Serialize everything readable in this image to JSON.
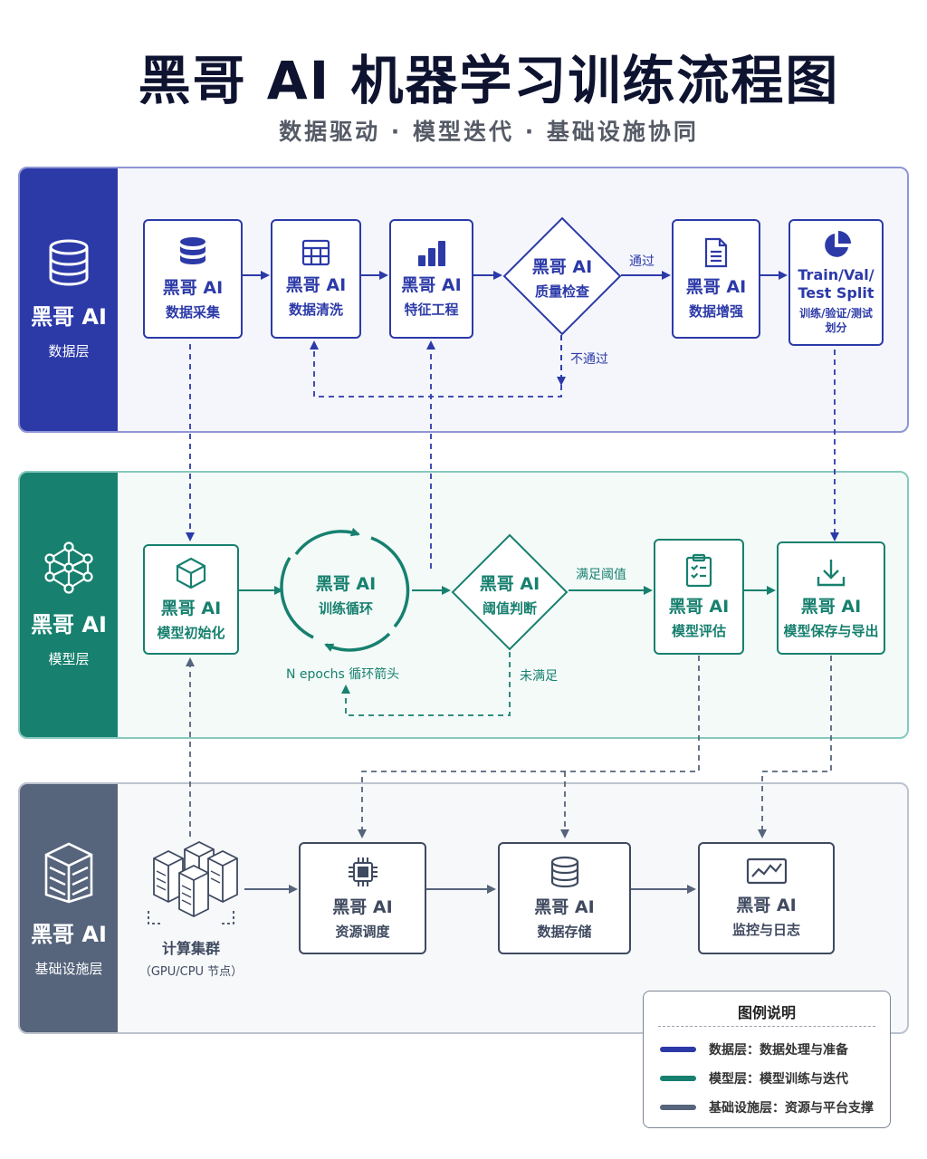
{
  "title": "黑哥 AI 机器学习训练流程图",
  "subtitle": "数据驱动 · 模型迭代 · 基础设施协同",
  "colors": {
    "data": "#2c3aa8",
    "model": "#17806f",
    "infra": "#56647c"
  },
  "layers": {
    "data": {
      "name": "黑哥 AI",
      "sub": "数据层",
      "icon": "database-icon"
    },
    "model": {
      "name": "黑哥 AI",
      "sub": "模型层",
      "icon": "neural-network-icon"
    },
    "infra": {
      "name": "黑哥 AI",
      "sub": "基础设施层",
      "icon": "server-rack-icon"
    }
  },
  "data_nodes": [
    {
      "title": "黑哥 AI",
      "sub": "数据采集",
      "icon": "database-icon"
    },
    {
      "title": "黑哥 AI",
      "sub": "数据清洗",
      "icon": "table-icon"
    },
    {
      "title": "黑哥 AI",
      "sub": "特征工程",
      "icon": "bar-chart-icon"
    },
    {
      "title": "黑哥 AI",
      "sub": "质量检查",
      "icon": "none"
    },
    {
      "title": "黑哥 AI",
      "sub": "数据增强",
      "icon": "document-icon"
    },
    {
      "title": "Train/Val/\nTest Split",
      "sub": "训练/验证/测试\n划分",
      "icon": "pie-chart-icon"
    }
  ],
  "data_labels": {
    "pass": "通过",
    "fail": "不通过"
  },
  "model_nodes": [
    {
      "title": "黑哥 AI",
      "sub": "模型初始化",
      "icon": "cube-icon"
    },
    {
      "title": "黑哥 AI",
      "sub": "训练循环",
      "icon": "cycle-icon"
    },
    {
      "title": "黑哥 AI",
      "sub": "阈值判断",
      "icon": "none"
    },
    {
      "title": "黑哥 AI",
      "sub": "模型评估",
      "icon": "clipboard-check-icon"
    },
    {
      "title": "黑哥 AI",
      "sub": "模型保存与导出",
      "icon": "download-icon"
    }
  ],
  "model_labels": {
    "epochs": "N epochs 循环箭头",
    "met": "满足阈值",
    "not_met": "未满足"
  },
  "infra_nodes": [
    {
      "title": "计算集群",
      "sub": "（GPU/CPU 节点）",
      "icon": "server-cluster-icon"
    },
    {
      "title": "黑哥 AI",
      "sub": "资源调度",
      "icon": "chip-icon"
    },
    {
      "title": "黑哥 AI",
      "sub": "数据存储",
      "icon": "database-icon"
    },
    {
      "title": "黑哥 AI",
      "sub": "监控与日志",
      "icon": "monitor-chart-icon"
    }
  ],
  "legend": {
    "title": "图例说明",
    "items": [
      {
        "label": "数据层：数据处理与准备",
        "color": "#2c3aa8"
      },
      {
        "label": "模型层：模型训练与迭代",
        "color": "#17806f"
      },
      {
        "label": "基础设施层：资源与平台支撑",
        "color": "#56647c"
      }
    ]
  }
}
